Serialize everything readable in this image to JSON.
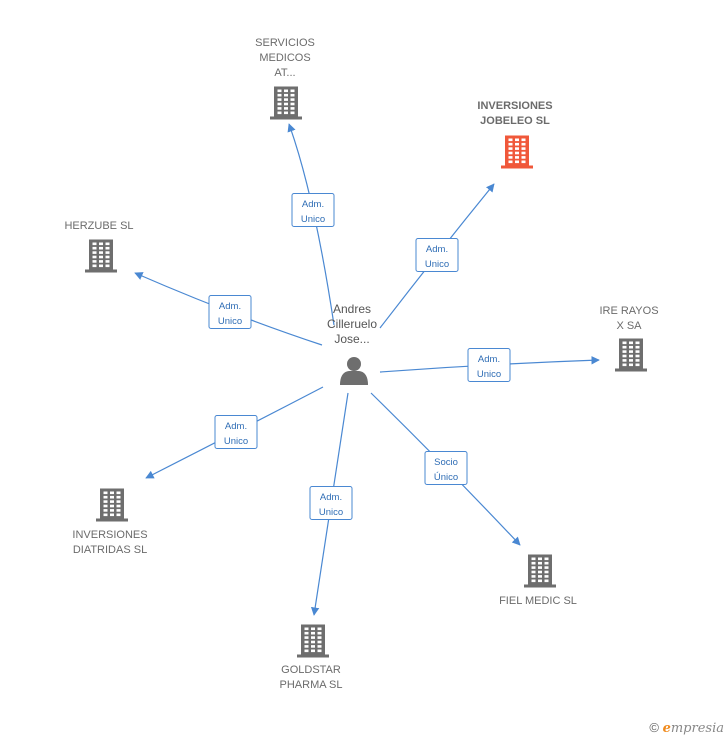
{
  "colors": {
    "edge": "#4a88d2",
    "building_default": "#6e6e6e",
    "building_highlight": "#f0583a",
    "person": "#6e6e6e"
  },
  "center": {
    "icon": "person-icon",
    "label_lines": [
      "Andres",
      "Cilleruelo",
      "Jose..."
    ]
  },
  "companies": [
    {
      "id": "servicios",
      "label_lines": [
        "SERVICIOS",
        "MEDICOS",
        "AT..."
      ],
      "highlight": false,
      "icon": "building-icon"
    },
    {
      "id": "jobeleo",
      "label_lines": [
        "INVERSIONES",
        "JOBELEO  SL"
      ],
      "highlight": true,
      "icon": "building-icon"
    },
    {
      "id": "herzube",
      "label_lines": [
        "HERZUBE SL"
      ],
      "highlight": false,
      "icon": "building-icon"
    },
    {
      "id": "ireayos",
      "label_lines": [
        "IRE RAYOS",
        "X SA"
      ],
      "highlight": false,
      "icon": "building-icon"
    },
    {
      "id": "diatridas",
      "label_lines": [
        "INVERSIONES",
        "DIATRIDAS  SL"
      ],
      "highlight": false,
      "icon": "building-icon"
    },
    {
      "id": "fielmedic",
      "label_lines": [
        "FIEL MEDIC SL"
      ],
      "highlight": false,
      "icon": "building-icon"
    },
    {
      "id": "goldstar",
      "label_lines": [
        "GOLDSTAR",
        "PHARMA SL"
      ],
      "highlight": false,
      "icon": "building-icon"
    }
  ],
  "edges": [
    {
      "to": "servicios",
      "label_lines": [
        "Adm.",
        "Unico"
      ]
    },
    {
      "to": "jobeleo",
      "label_lines": [
        "Adm.",
        "Unico"
      ]
    },
    {
      "to": "herzube",
      "label_lines": [
        "Adm.",
        "Unico"
      ]
    },
    {
      "to": "ireayos",
      "label_lines": [
        "Adm.",
        "Unico"
      ]
    },
    {
      "to": "diatridas",
      "label_lines": [
        "Adm.",
        "Unico"
      ]
    },
    {
      "to": "fielmedic",
      "label_lines": [
        "Socio",
        "Único"
      ]
    },
    {
      "to": "goldstar",
      "label_lines": [
        "Adm.",
        "Unico"
      ]
    }
  ],
  "footer": {
    "copyright_symbol": "©",
    "brand_initial": "e",
    "brand_rest": "mpresia"
  }
}
